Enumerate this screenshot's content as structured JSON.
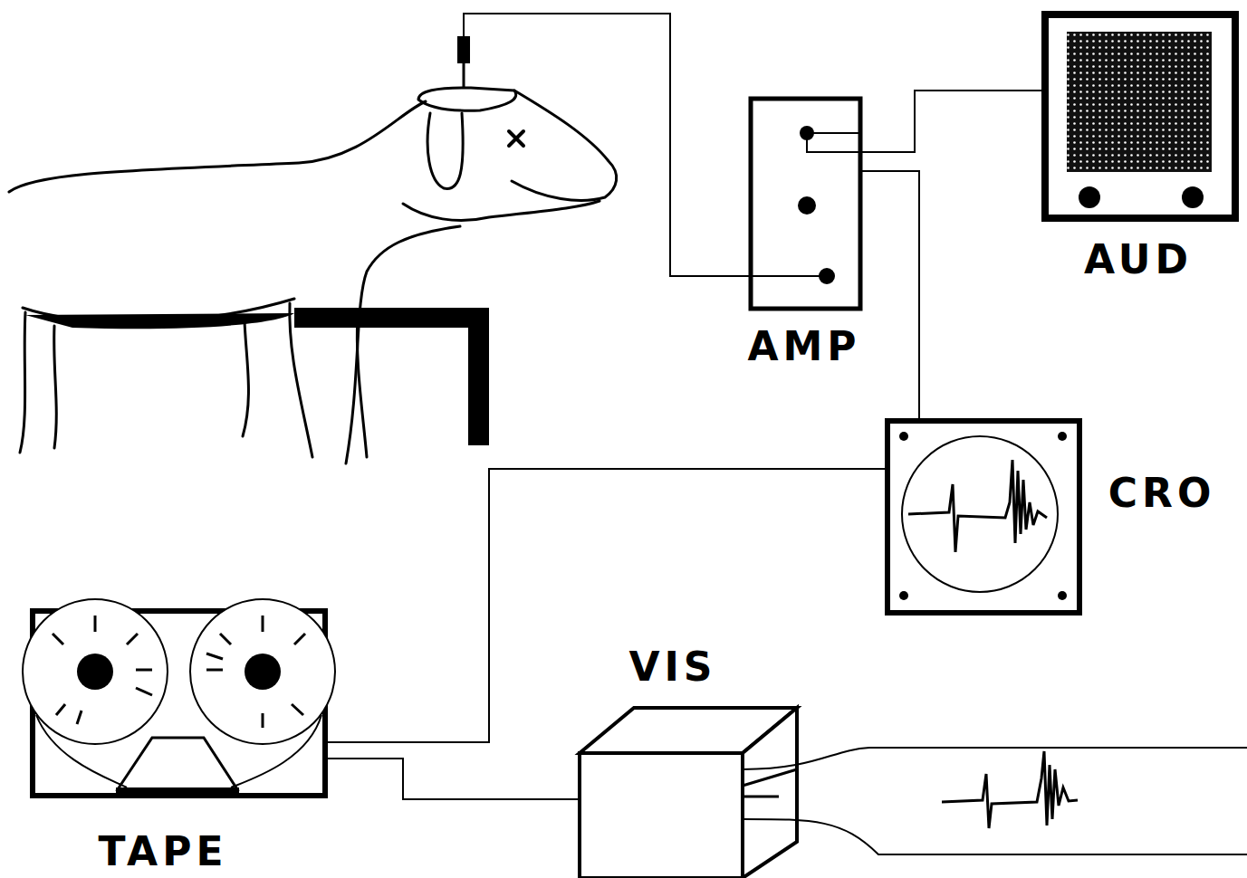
{
  "diagram": {
    "nodes": [
      {
        "text": [
          "AMP"
        ]
      },
      {
        "text": [
          "AUD"
        ]
      },
      {
        "text": [
          "CRO"
        ]
      },
      {
        "text": [
          "TAPE"
        ]
      },
      {
        "text": [
          "VIS"
        ]
      }
    ],
    "edges": [
      {
        "from": 0,
        "to": 1,
        "arrow": "none"
      },
      {
        "from": 0,
        "to": 2,
        "arrow": "none"
      },
      {
        "from": 2,
        "to": 3,
        "arrow": "none"
      },
      {
        "from": 3,
        "to": 4,
        "arrow": "none"
      }
    ]
  }
}
